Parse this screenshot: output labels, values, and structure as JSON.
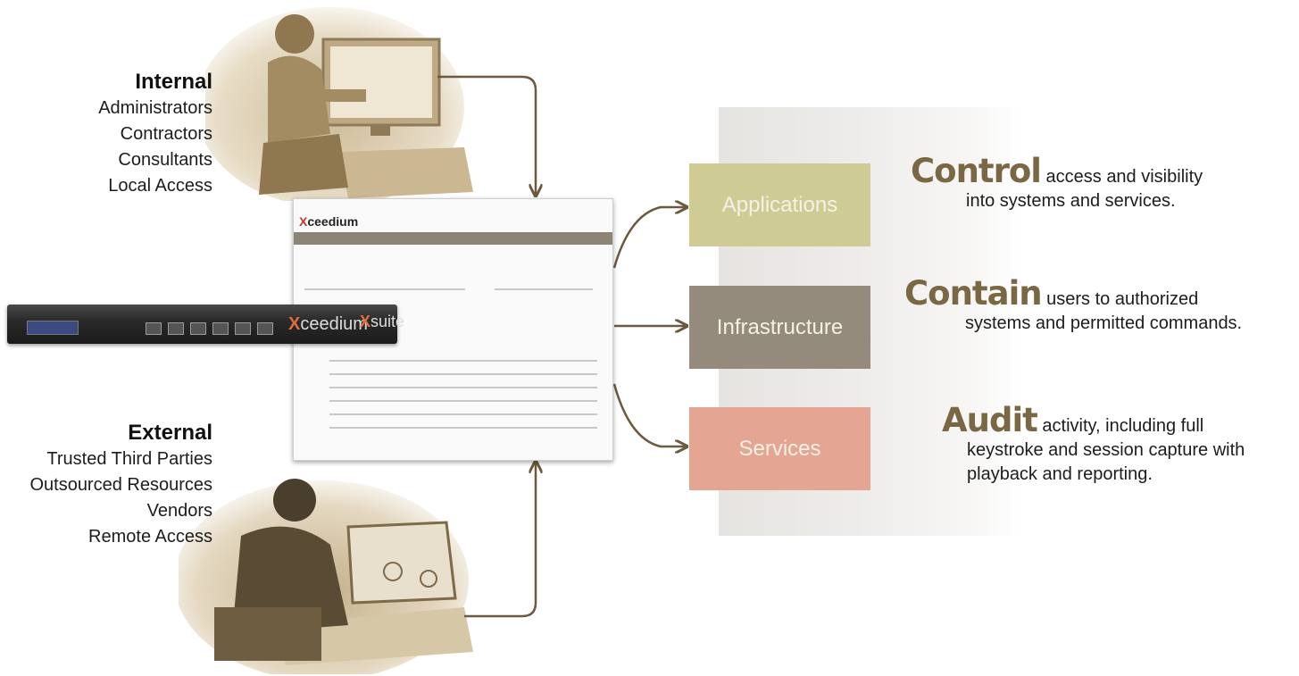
{
  "internal": {
    "heading": "Internal",
    "items": [
      "Administrators",
      "Contractors",
      "Consultants",
      "Local Access"
    ]
  },
  "external": {
    "heading": "External",
    "items": [
      "Trusted Third Parties",
      "Outsourced Resources",
      "Vendors",
      "Remote Access"
    ]
  },
  "appliance": {
    "brand_x": "X",
    "brand_rest": "ceedium",
    "suite_x": "X",
    "suite_rest": "suite"
  },
  "screen": {
    "logo_x": "X",
    "logo_rest": "ceedium"
  },
  "boxes": {
    "applications": "Applications",
    "infrastructure": "Infrastructure",
    "services": "Services"
  },
  "claims": {
    "control": {
      "keyword": "Control",
      "line1": " access and visibility",
      "line2": "into systems and services."
    },
    "contain": {
      "keyword": "Contain",
      "line1": " users to authorized",
      "line2": "systems and permitted commands."
    },
    "audit": {
      "keyword": "Audit",
      "line1": " activity, including full",
      "line2": "keystroke and session capture with",
      "line3": "playback and reporting."
    }
  },
  "colors": {
    "applications": "#cfcb95",
    "infrastructure": "#948b7c",
    "services": "#e4a592",
    "arrow": "#6b5a40",
    "keyword": "#7a6744"
  }
}
